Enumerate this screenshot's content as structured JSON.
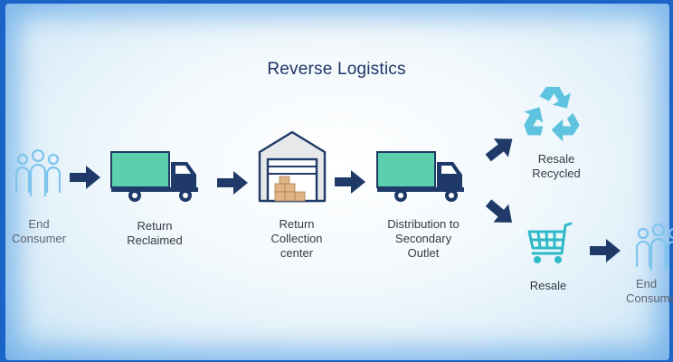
{
  "title": "Reverse Logistics",
  "stages": {
    "end_consumer": {
      "line1": "End",
      "line2": "Consumer"
    },
    "return_reclaimed": {
      "line1": "Return",
      "line2": "Reclaimed"
    },
    "return_collection": {
      "line1": "Return",
      "line2": "Collection",
      "line3": "center"
    },
    "distribution": {
      "line1": "Distribution to",
      "line2": "Secondary",
      "line3": "Outlet"
    },
    "resale_recycled": {
      "line1": "Resale",
      "line2": "Recycled"
    },
    "resale": {
      "line1": "Resale"
    },
    "end_consumer_2": {
      "line1": "End",
      "line2": "Consumer"
    }
  },
  "icons": {
    "people": "people-icon",
    "truck": "truck-icon",
    "warehouse": "warehouse-icon",
    "recycle": "recycle-icon",
    "cart": "shopping-cart-icon",
    "arrow": "arrow-right-icon"
  },
  "colors": {
    "title": "#1e3466",
    "navy": "#1f3a68",
    "teal": "#5ccfae",
    "light_blue": "#7ec4ec",
    "recycle": "#5ec3de",
    "cart": "#2fb9c7",
    "box": "#e0b485"
  }
}
